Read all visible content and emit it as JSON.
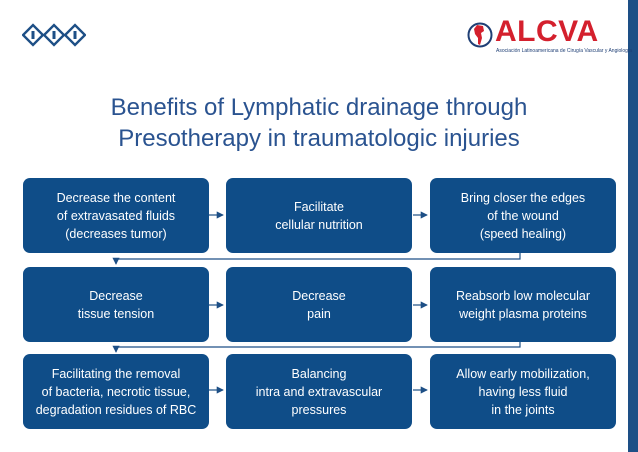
{
  "title_line1": "Benefits of Lymphatic drainage through",
  "title_line2": "Presotherapy in traumatologic injuries",
  "logo_right": {
    "name": "ALCVA",
    "subtitle": "Asociación Latinoamericana de Cirugía Vascular y Angiología"
  },
  "colors": {
    "box": "#0f4d88",
    "title": "#2a5390",
    "accent": "#d4202d"
  },
  "boxes": [
    "Decrease the content\nof extravasated fluids\n(decreases tumor)",
    "Facilitate\ncellular nutrition",
    "Bring closer the edges\nof the wound\n(speed healing)",
    "Decrease\ntissue tension",
    "Decrease\npain",
    "Reabsorb low molecular\nweight plasma proteins",
    "Facilitating the removal\nof bacteria, necrotic tissue,\ndegradation residues of RBC",
    "Balancing\nintra and extravascular\npressures",
    "Allow early mobilization,\nhaving less fluid\nin the joints"
  ]
}
